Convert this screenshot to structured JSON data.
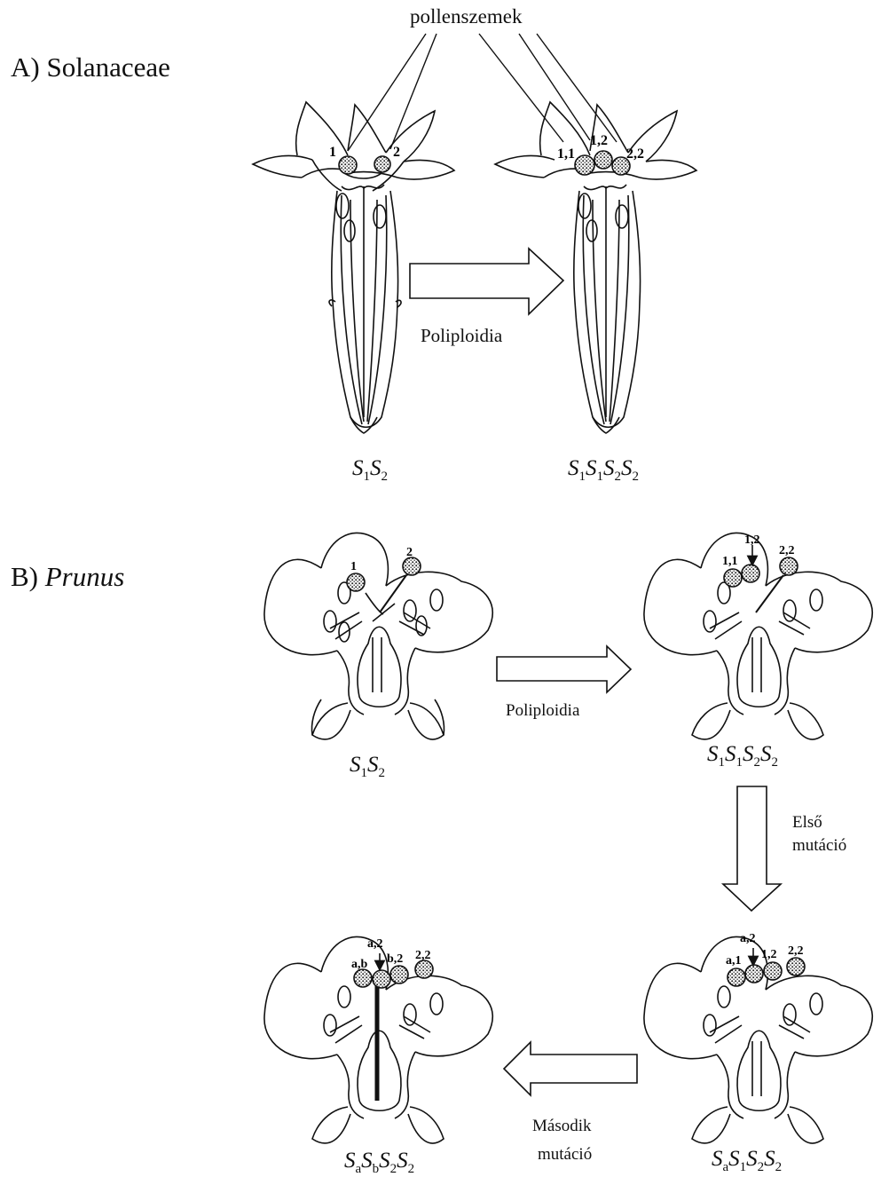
{
  "labels": {
    "pollen": "pollenszemek",
    "section_a": "A) Solanaceae",
    "section_b_prefix": "B) ",
    "section_b_genus": "Prunus",
    "polyploidy_a": "Poliploidia",
    "polyploidy_b": "Poliploidia",
    "first_mutation_1": "Első",
    "first_mutation_2": "mutáció",
    "second_mutation_1": "Második",
    "second_mutation_2": "mutáció"
  },
  "genotypes": {
    "a_left": [
      {
        "t": "S",
        "s": "1"
      },
      {
        "t": "S",
        "s": "2"
      }
    ],
    "a_right": [
      {
        "t": "S",
        "s": "1"
      },
      {
        "t": "S",
        "s": "1"
      },
      {
        "t": "S",
        "s": "2"
      },
      {
        "t": "S",
        "s": "2"
      }
    ],
    "b_tl": [
      {
        "t": "S",
        "s": "1"
      },
      {
        "t": "S",
        "s": "2"
      }
    ],
    "b_tr": [
      {
        "t": "S",
        "s": "1"
      },
      {
        "t": "S",
        "s": "1"
      },
      {
        "t": "S",
        "s": "2"
      },
      {
        "t": "S",
        "s": "2"
      }
    ],
    "b_br": [
      {
        "t": "S",
        "s": "a"
      },
      {
        "t": "S",
        "s": "1"
      },
      {
        "t": "S",
        "s": "2"
      },
      {
        "t": "S",
        "s": "2"
      }
    ],
    "b_bl": [
      {
        "t": "S",
        "s": "a"
      },
      {
        "t": "S",
        "s": "b"
      },
      {
        "t": "S",
        "s": "2"
      },
      {
        "t": "S",
        "s": "2"
      }
    ]
  },
  "pollen_labels": {
    "a_left": [
      "1",
      "2"
    ],
    "a_right": [
      "1,1",
      "1,2",
      "2,2"
    ],
    "b_tl": [
      "1",
      "2"
    ],
    "b_tr": [
      "1,1",
      "1,2",
      "2,2"
    ],
    "b_br": [
      "a,1",
      "a,2",
      "1,2",
      "2,2"
    ],
    "b_bl": [
      "a,b",
      "a,2",
      "b,2",
      "2,2"
    ]
  }
}
